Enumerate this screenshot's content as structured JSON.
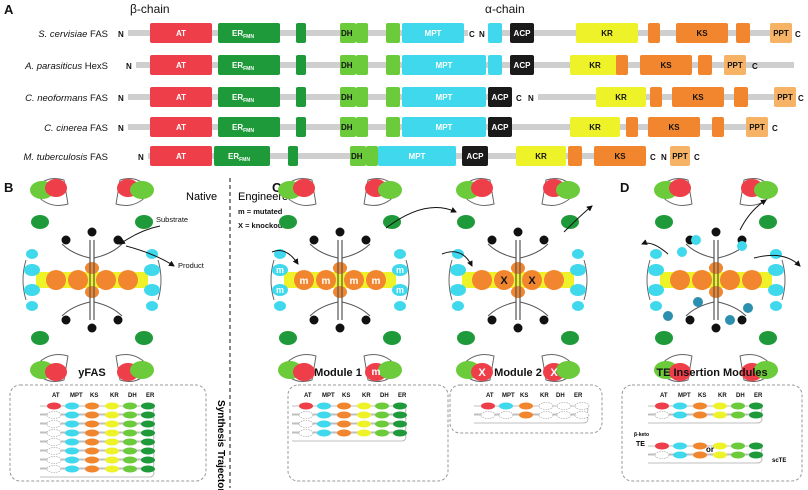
{
  "panelA": {
    "panel_label": "A",
    "beta_chain": "β-chain",
    "alpha_chain": "α-chain",
    "n_term": "N",
    "c_term": "C",
    "organisms": [
      {
        "species": "S. cervisiae",
        "protein": "FAS"
      },
      {
        "species": "A. parasiticus",
        "protein": "HexS"
      },
      {
        "species": "C. neoformans",
        "protein": "FAS"
      },
      {
        "species": "C. cinerea",
        "protein": "FAS"
      },
      {
        "species": "M. tuberculosis",
        "protein": "FAS"
      }
    ],
    "domains": {
      "at": "AT",
      "er": "ER",
      "er_sub": "FMN",
      "dh": "DH",
      "mpt": "MPT",
      "acp": "ACP",
      "kr": "KR",
      "ks": "KS",
      "ppt": "PPT"
    },
    "colors": {
      "at": "#ee3e4a",
      "er": "#1f9a3a",
      "dh": "#6ccb3a",
      "mpt": "#3fd8ec",
      "acp": "#1a1a1a",
      "kr": "#eef229",
      "ks": "#f2862e",
      "ppt": "#f6b366",
      "linker": "#cfcfcf"
    }
  },
  "panelB": {
    "panel_label": "B",
    "native": "Native",
    "substrate": "Substrate",
    "product": "Product",
    "caption": "yFAS",
    "trajectory_label": "Synthesis Trajectory",
    "columns": [
      "AT",
      "MPT",
      "KS",
      "KR",
      "DH",
      "ER"
    ]
  },
  "panelC": {
    "panel_label": "C",
    "engineered": "Engineered",
    "legend_m": "m = mutated",
    "legend_x": "X = knockout",
    "m": "m",
    "x": "X",
    "module1": "Module 1",
    "module2": "Module 2"
  },
  "panelD": {
    "panel_label": "D",
    "caption": "TE Insertion Modules",
    "beta_keto": "β-keto",
    "te": "TE",
    "or": "or",
    "sc_te": "scTE"
  }
}
